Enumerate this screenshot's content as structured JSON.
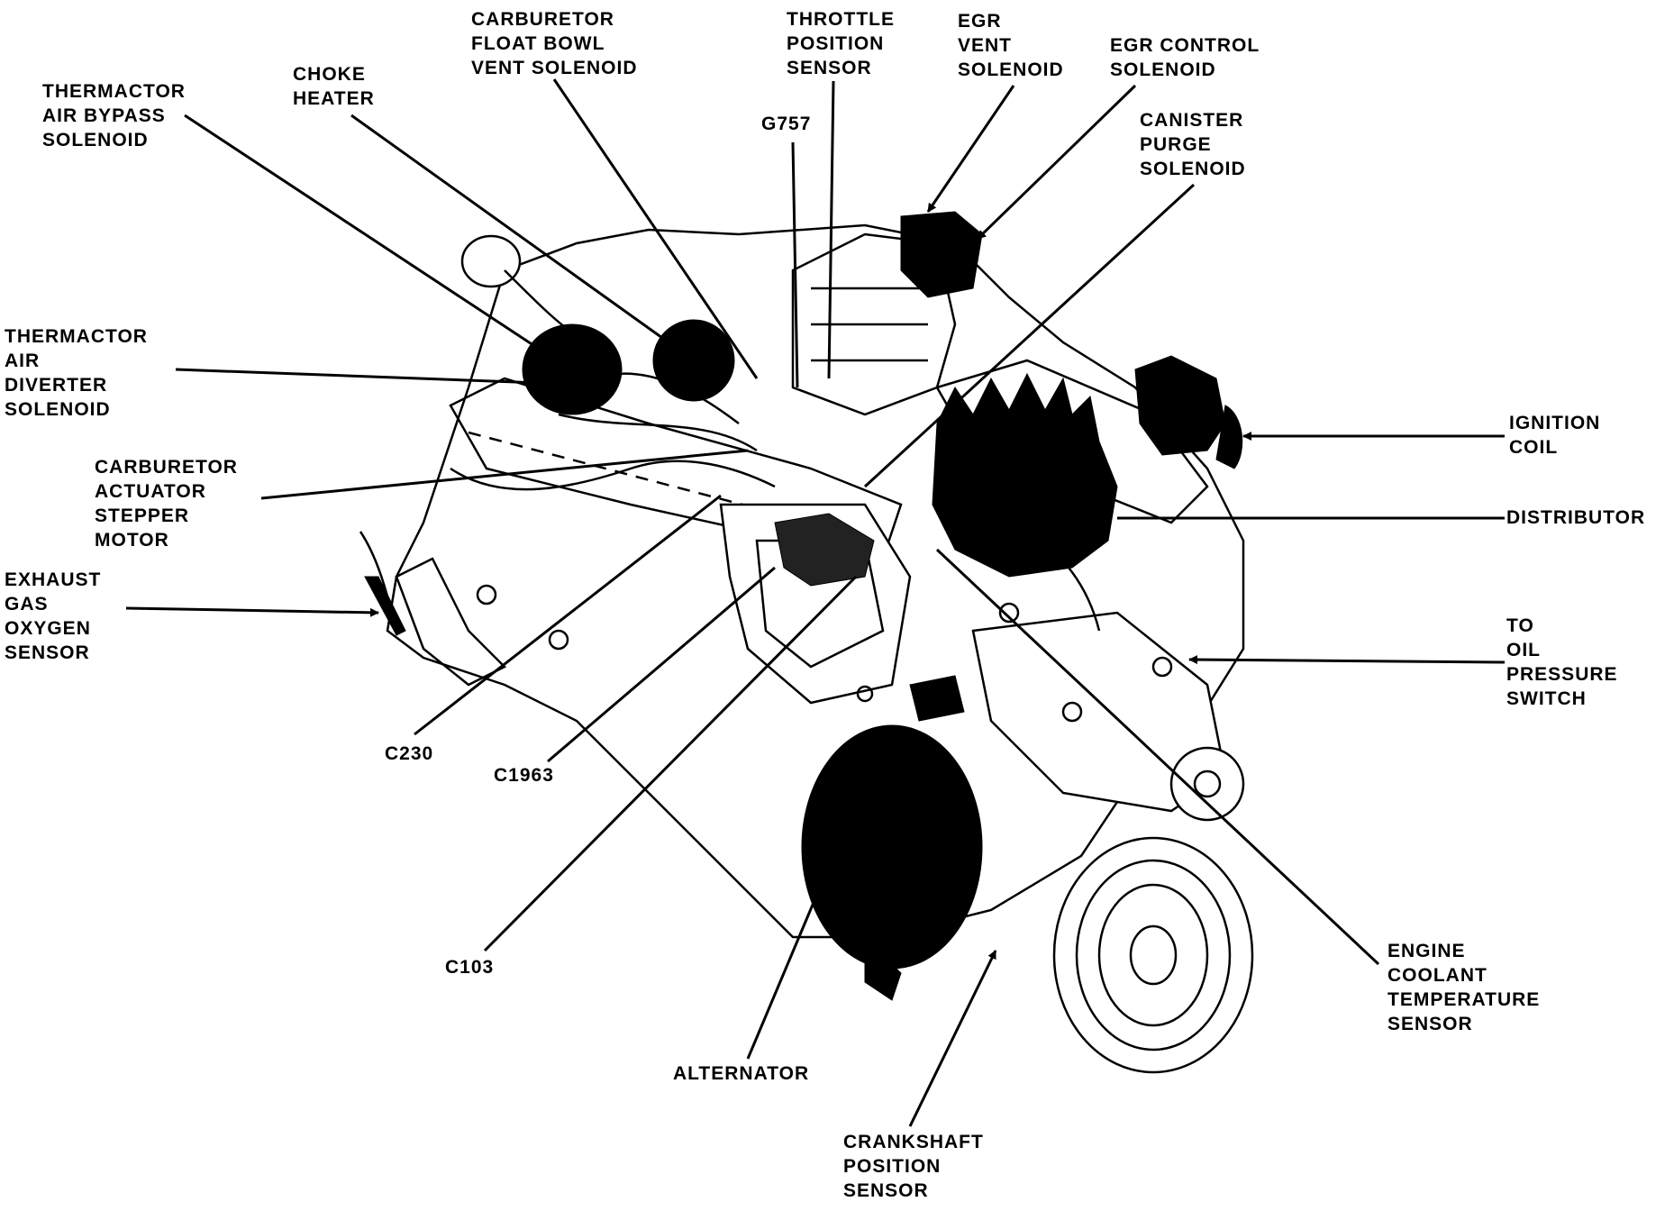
{
  "labels": {
    "carb_float_bowl": [
      "CARBURETOR",
      "FLOAT BOWL",
      "VENT SOLENOID"
    ],
    "throttle_position": [
      "THROTTLE",
      "POSITION",
      "SENSOR"
    ],
    "egr_vent": [
      "EGR",
      "VENT",
      "SOLENOID"
    ],
    "egr_control": [
      "EGR CONTROL",
      "SOLENOID"
    ],
    "thermactor_bypass": [
      "THERMACTOR",
      "AIR BYPASS",
      "SOLENOID"
    ],
    "choke_heater": [
      "CHOKE",
      "HEATER"
    ],
    "g757": "G757",
    "canister_purge": [
      "CANISTER",
      "PURGE",
      "SOLENOID"
    ],
    "thermactor_diverter": [
      "THERMACTOR",
      "AIR",
      "DIVERTER",
      "SOLENOID"
    ],
    "ignition_coil": [
      "IGNITION",
      "COIL"
    ],
    "carb_actuator": [
      "CARBURETOR",
      "ACTUATOR",
      "STEPPER",
      "MOTOR"
    ],
    "distributor": "DISTRIBUTOR",
    "exhaust_oxygen": [
      "EXHAUST",
      "GAS",
      "OXYGEN",
      "SENSOR"
    ],
    "oil_pressure": [
      "TO",
      "OIL",
      "PRESSURE",
      "SWITCH"
    ],
    "c230": "C230",
    "c1963": "C1963",
    "c103": "C103",
    "coolant_temp": [
      "ENGINE",
      "COOLANT",
      "TEMPERATURE",
      "SENSOR"
    ],
    "alternator": "ALTERNATOR",
    "crankshaft_position": [
      "CRANKSHAFT",
      "POSITION",
      "SENSOR"
    ]
  }
}
